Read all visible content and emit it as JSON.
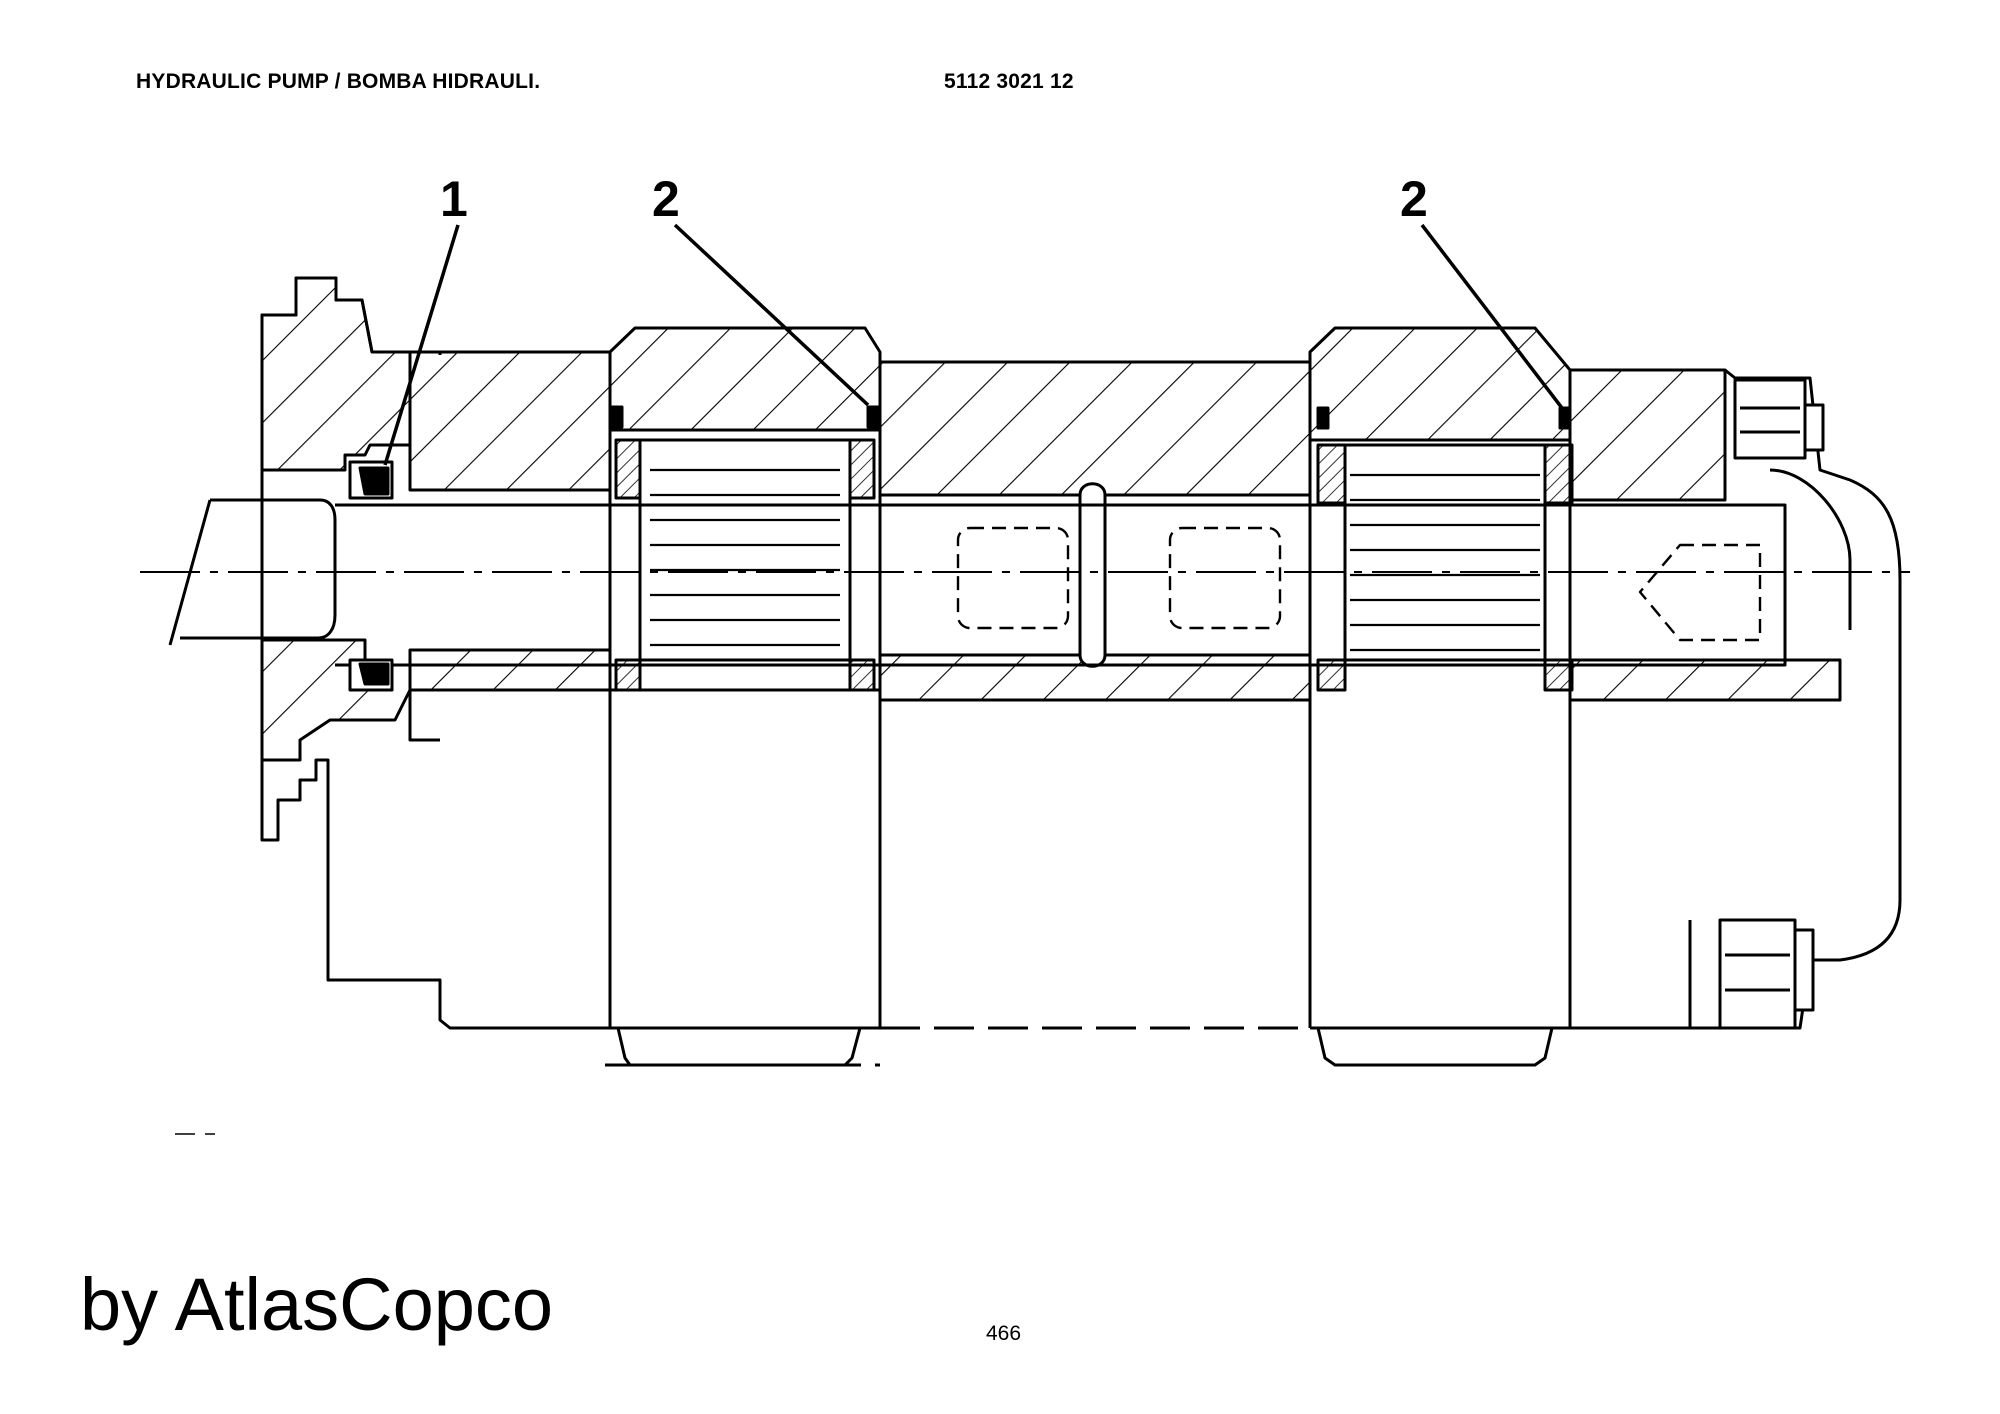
{
  "header": {
    "title": "HYDRAULIC PUMP / BOMBA HIDRAULI.",
    "part_number": "5112 3021 12"
  },
  "callouts": {
    "c1": "1",
    "c2a": "2",
    "c2b": "2"
  },
  "footer": {
    "brand": "by AtlasCopco",
    "page_number": "466"
  },
  "colors": {
    "ink": "#000000",
    "paper": "#ffffff"
  }
}
